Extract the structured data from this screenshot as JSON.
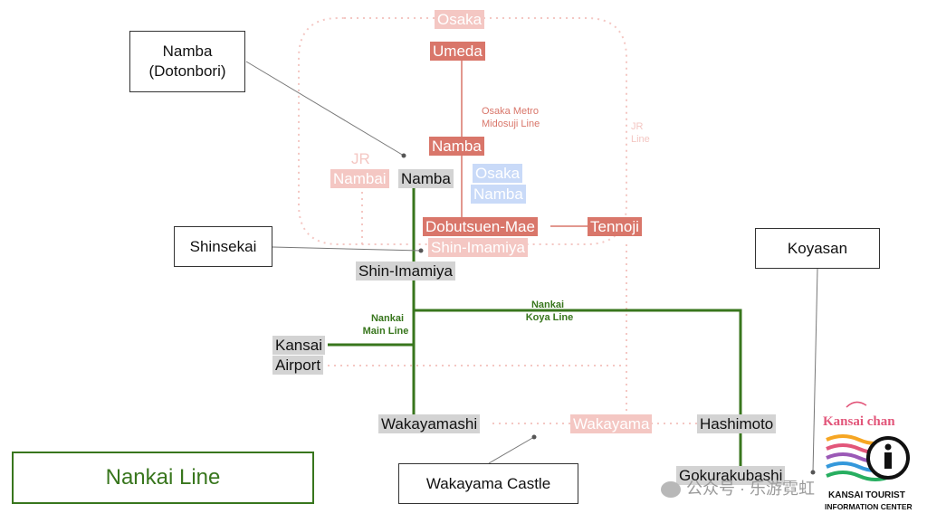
{
  "stations": {
    "osaka": "Osaka",
    "umeda": "Umeda",
    "namba_metro": "Namba",
    "jr_nambai_1": "JR",
    "jr_nambai_2": "Nambai",
    "namba_nankai": "Namba",
    "osaka_namba_1": "Osaka",
    "osaka_namba_2": "Namba",
    "dobutsuen": "Dobutsuen-Mae",
    "tennoji": "Tennoji",
    "shin_imamiya_jr": "Shin-Imamiya",
    "shin_imamiya": "Shin-Imamiya",
    "kansai_airport_1": "Kansai",
    "kansai_airport_2": "Airport",
    "wakayamashi": "Wakayamashi",
    "wakayama": "Wakayama",
    "hashimoto": "Hashimoto",
    "gokurakubashi": "Gokurakubashi"
  },
  "line_labels": {
    "metro_1": "Osaka Metro",
    "metro_2": "Midosuji Line",
    "jr_1": "JR",
    "jr_2": "Line",
    "nankai_main_1": "Nankai",
    "nankai_main_2": "Main  Line",
    "nankai_koya_1": "Nankai",
    "nankai_koya_2": "Koya Line"
  },
  "callouts": {
    "namba_dotonbori_1": "Namba",
    "namba_dotonbori_2": "(Dotonbori)",
    "shinsekai": "Shinsekai",
    "koyasan": "Koyasan",
    "wakayama_castle": "Wakayama Castle"
  },
  "legend": "Nankai Line",
  "logo": {
    "brand": "Kansai chan",
    "sub_1": "KANSAI TOURIST",
    "sub_2": "INFORMATION CENTER"
  },
  "watermark": "公众号 · 乐游霓虹",
  "colors": {
    "nankai": "#38761d",
    "metro": "#d9766a",
    "jr": "#f4c7c3",
    "osaka_metro_namba": "#c9daf8",
    "callout_line": "#777777"
  }
}
